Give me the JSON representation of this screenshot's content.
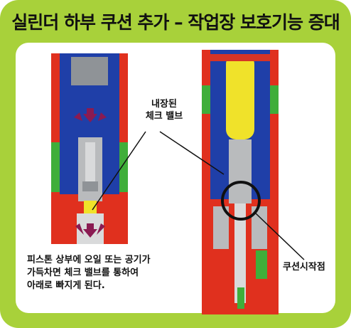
{
  "title": "실린더 하부 쿠션 추가 – 작업장 보호기능 증대",
  "labels": {
    "check_valve_line1": "내장된",
    "check_valve_line2": "체크 밸브",
    "cushion_start": "쿠션시작점"
  },
  "note": {
    "line1": "피스톤 상부에 오일 또는 공기가",
    "line2": "가득차면 체크 밸브를 통하여",
    "line3": "아래로 빠지게 된다."
  },
  "colors": {
    "frame": "#a8d13a",
    "cylinder_red": "#e0301e",
    "piston_blue": "#1f3fa8",
    "grey": "#b9bbbd",
    "yellow": "#f0e22a",
    "arrow_purple": "#8a1b52",
    "seal_green": "#3fae3a"
  }
}
